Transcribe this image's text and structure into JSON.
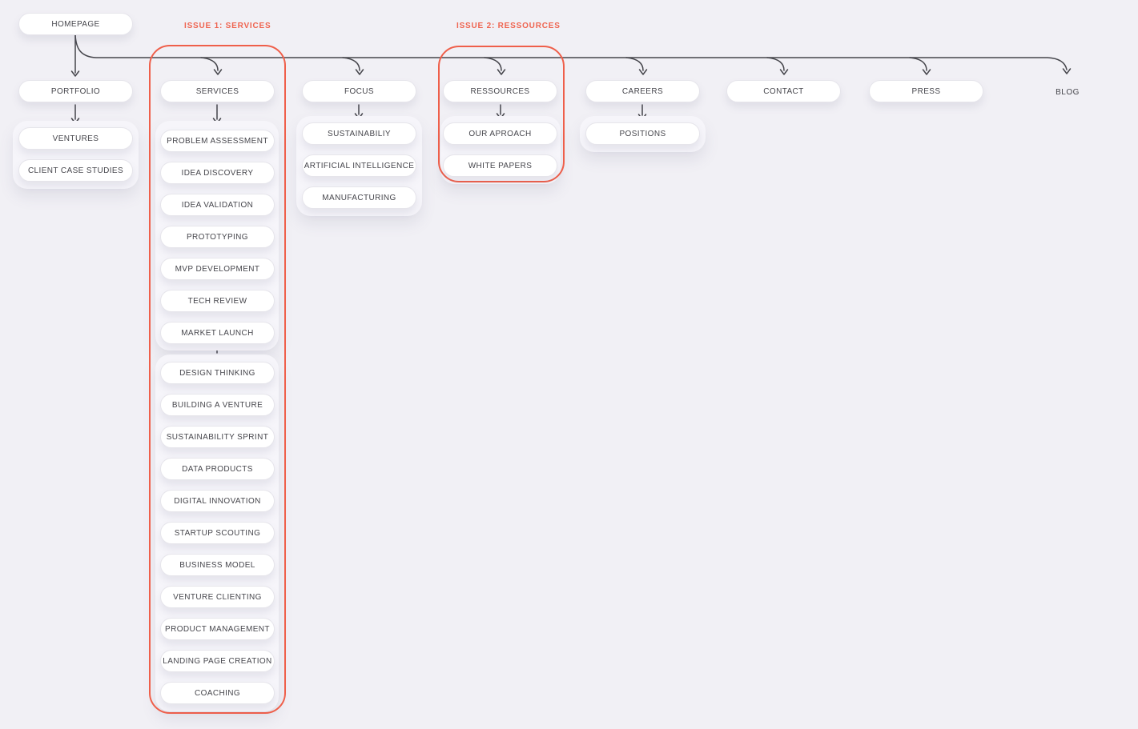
{
  "colors": {
    "background": "#F1F0F5",
    "accent": "#EF5F4A",
    "pill_background": "#FFFFFF",
    "pill_text": "#46464C",
    "connector": "#45454B"
  },
  "annotations": {
    "issue1": "ISSUE 1: SERVICES",
    "issue2": "ISSUE 2: RESSOURCES"
  },
  "sitemap": {
    "root": "HOMEPAGE",
    "portfolio": {
      "top": "PORTFOLIO",
      "children": [
        "VENTURES",
        "CLIENT CASE STUDIES"
      ]
    },
    "services": {
      "top": "SERVICES",
      "group1": [
        "PROBLEM ASSESSMENT",
        "IDEA DISCOVERY",
        "IDEA VALIDATION",
        "PROTOTYPING",
        "MVP DEVELOPMENT",
        "TECH REVIEW",
        "MARKET LAUNCH"
      ],
      "group2": [
        "DESIGN THINKING",
        "BUILDING A VENTURE",
        "SUSTAINABILITY SPRINT",
        "DATA PRODUCTS",
        "DIGITAL INNOVATION",
        "STARTUP SCOUTING",
        "BUSINESS MODEL",
        "VENTURE CLIENTING",
        "PRODUCT MANAGEMENT",
        "LANDING PAGE CREATION",
        "COACHING"
      ]
    },
    "focus": {
      "top": "FOCUS",
      "children": [
        "SUSTAINABILIY",
        "ARTIFICIAL INTELLIGENCE",
        "MANUFACTURING"
      ]
    },
    "ressources": {
      "top": "RESSOURCES",
      "children": [
        "OUR APROACH",
        "WHITE PAPERS"
      ]
    },
    "careers": {
      "top": "CAREERS",
      "children": [
        "POSITIONS"
      ]
    },
    "contact": {
      "top": "CONTACT"
    },
    "press": {
      "top": "PRESS"
    },
    "blog": {
      "top": "BLOG"
    }
  }
}
